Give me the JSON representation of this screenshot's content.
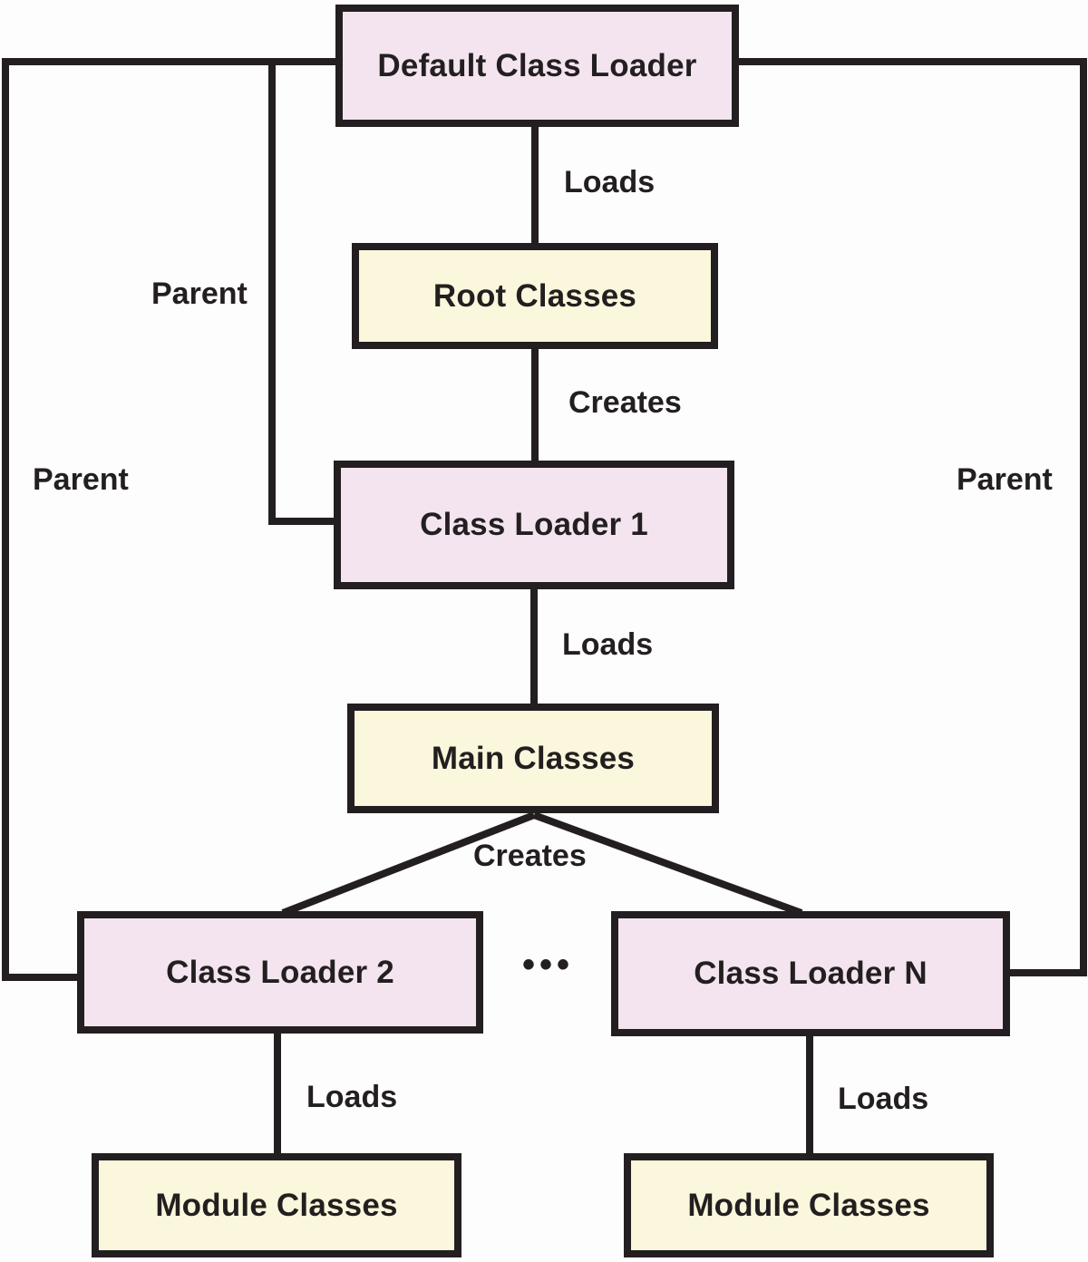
{
  "diagram": {
    "colors": {
      "loader_box_fill": "#f3e4ef",
      "classes_box_fill": "#fbf7dc",
      "border": "#231f20",
      "text": "#231f20",
      "background": "#fdfdfd"
    },
    "nodes": [
      {
        "id": "default-class-loader",
        "label": "Default Class Loader",
        "kind": "class-loader"
      },
      {
        "id": "root-classes",
        "label": "Root Classes",
        "kind": "classes"
      },
      {
        "id": "class-loader-1",
        "label": "Class Loader 1",
        "kind": "class-loader"
      },
      {
        "id": "main-classes",
        "label": "Main Classes",
        "kind": "classes"
      },
      {
        "id": "class-loader-2",
        "label": "Class Loader 2",
        "kind": "class-loader"
      },
      {
        "id": "class-loader-n",
        "label": "Class Loader N",
        "kind": "class-loader"
      },
      {
        "id": "module-classes-left",
        "label": "Module Classes",
        "kind": "classes"
      },
      {
        "id": "module-classes-right",
        "label": "Module Classes",
        "kind": "classes"
      }
    ],
    "edge_labels": [
      {
        "id": "loads-top",
        "text": "Loads"
      },
      {
        "id": "parent-inner",
        "text": "Parent"
      },
      {
        "id": "creates-top",
        "text": "Creates"
      },
      {
        "id": "parent-outer-left",
        "text": "Parent"
      },
      {
        "id": "parent-outer-right",
        "text": "Parent"
      },
      {
        "id": "loads-mid",
        "text": "Loads"
      },
      {
        "id": "creates-bottom",
        "text": "Creates"
      },
      {
        "id": "ellipsis",
        "text": "•••"
      },
      {
        "id": "loads-bottom-left",
        "text": "Loads"
      },
      {
        "id": "loads-bottom-right",
        "text": "Loads"
      }
    ],
    "relations": [
      {
        "from": "Default Class Loader",
        "to": "Root Classes",
        "label": "Loads"
      },
      {
        "from": "Root Classes",
        "to": "Class Loader 1",
        "label": "Creates"
      },
      {
        "from": "Class Loader 1",
        "to": "Default Class Loader",
        "label": "Parent"
      },
      {
        "from": "Class Loader 1",
        "to": "Main Classes",
        "label": "Loads"
      },
      {
        "from": "Main Classes",
        "to": "Class Loader 2",
        "label": "Creates"
      },
      {
        "from": "Main Classes",
        "to": "Class Loader N",
        "label": "Creates"
      },
      {
        "from": "Class Loader 2",
        "to": "Default Class Loader",
        "label": "Parent"
      },
      {
        "from": "Class Loader N",
        "to": "Default Class Loader",
        "label": "Parent"
      },
      {
        "from": "Class Loader 2",
        "to": "Module Classes",
        "label": "Loads"
      },
      {
        "from": "Class Loader N",
        "to": "Module Classes",
        "label": "Loads"
      }
    ]
  }
}
